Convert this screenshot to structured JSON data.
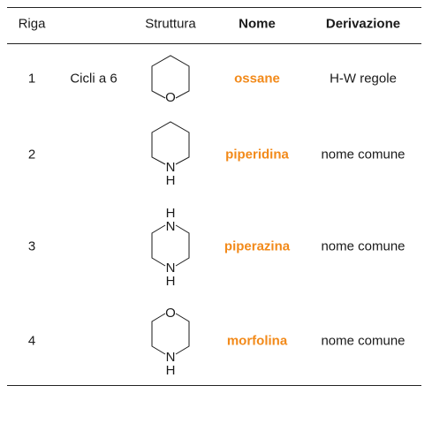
{
  "table": {
    "headers": {
      "riga": "Riga",
      "struttura": "Struttura",
      "nome": "Nome",
      "derivazione": "Derivazione"
    },
    "rows": [
      {
        "riga": "1",
        "label": "Cicli a 6",
        "structure_icon": "oxane-ring-icon",
        "atoms": [
          "O"
        ],
        "nome": "ossane",
        "derivazione": "H-W regole"
      },
      {
        "riga": "2",
        "label": "",
        "structure_icon": "piperidine-ring-icon",
        "atoms": [
          "N",
          "H"
        ],
        "nome": "piperidina",
        "derivazione": "nome comune"
      },
      {
        "riga": "3",
        "label": "",
        "structure_icon": "piperazine-ring-icon",
        "atoms": [
          "H",
          "N",
          "N",
          "H"
        ],
        "nome": "piperazina",
        "derivazione": "nome comune"
      },
      {
        "riga": "4",
        "label": "",
        "structure_icon": "morpholine-ring-icon",
        "atoms": [
          "O",
          "N",
          "H"
        ],
        "nome": "morfolina",
        "derivazione": "nome comune"
      }
    ]
  },
  "colors": {
    "name_accent": "#f28a1a",
    "rule": "#222222"
  }
}
